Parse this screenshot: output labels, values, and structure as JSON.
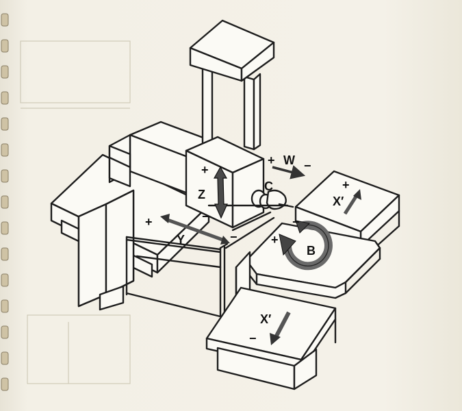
{
  "axes": {
    "z": {
      "label": "Z",
      "plus": "+",
      "minus": "−"
    },
    "c": {
      "label": "C"
    },
    "w": {
      "label": "W",
      "plus": "+",
      "minus": "−"
    },
    "y": {
      "label": "Y",
      "plus": "+",
      "minus": "−"
    },
    "b": {
      "label": "B",
      "plus": "+",
      "minus": "−"
    },
    "x_upper": {
      "label": "X′",
      "plus": "+"
    },
    "x_lower": {
      "label": "X′",
      "minus": "−"
    }
  }
}
